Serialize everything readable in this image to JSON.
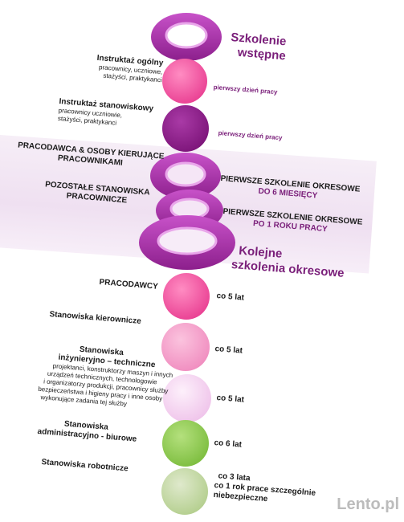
{
  "colors": {
    "ring": "#a62ea9",
    "ring_light": "#e9a6ea",
    "circle_pink": "#f0509d",
    "circle_purple": "#8e1c8b",
    "circle_pink2": "#f04ea0",
    "circle_rose": "#f49ac6",
    "circle_pale": "#f6d0ef",
    "circle_green": "#8fcc4e",
    "circle_palegreen": "#c3d8a2",
    "title_purple": "#7a1f7a",
    "band": "#efe0f1"
  },
  "titles": {
    "wstepne_1": "Szkolenie",
    "wstepne_2": "wstępne",
    "okresowe_1": "Kolejne",
    "okresowe_2": "szkolenia okresowe"
  },
  "left": {
    "instruktaz_ogolny": "Instruktaż ogólny",
    "instruktaz_ogolny_sub1": "pracownicy, uczniowe,",
    "instruktaz_ogolny_sub2": "stażyści, praktykanci",
    "instruktaz_stan": "Instruktaż stanowiskowy",
    "instruktaz_stan_sub1": "pracownicy uczniowie,",
    "instruktaz_stan_sub2": "stażyści, praktykanci",
    "pracodawca_1": "PRACODAWCA & OSOBY KIERUJĄCE",
    "pracodawca_2": "PRACOWNIKAMI",
    "pozostale_1": "POZOSTAŁE STANOWISKA",
    "pozostale_2": "PRACOWNICZE",
    "pracodawcy": "PRACODAWCY",
    "kierownicze": "Stanowiska kierownicze",
    "inz_1": "Stanowiska",
    "inz_2": "inżynieryjno – techniczne",
    "inz_sub": [
      "projektanci, konstruktorzy  maszyn i innych",
      "urządzeń technicznych, technologowie",
      "i organizatorzy produkcji, pracownicy służby",
      "bezpieczeństwa i higieny pracy i inne osoby",
      "wykonujące zadania tej służby"
    ],
    "admin_1": "Stanowiska",
    "admin_2": "administracyjno - biurowe",
    "robotnicze": "Stanowiska robotnicze"
  },
  "right": {
    "dzien1": "pierwszy dzień pracy",
    "dzien2": "pierwszy dzień pracy",
    "okres1_1": "PIERWSZE SZKOLENIE OKRESOWE",
    "okres1_2": "DO 6 MIESIĘCY",
    "okres2_1": "PIERWSZE SZKOLENIE OKRESOWE",
    "okres2_2": "PO 1 ROKU PRACY",
    "co5_a": "co 5 lat",
    "co5_b": "co 5 lat",
    "co5_c": "co 5 lat",
    "co6": "co 6 lat",
    "co3": "co 3 lata",
    "co1_1": "co 1 rok prace szczególnie",
    "co1_2": "niebezpieczne"
  },
  "watermark": "Lento.pl"
}
